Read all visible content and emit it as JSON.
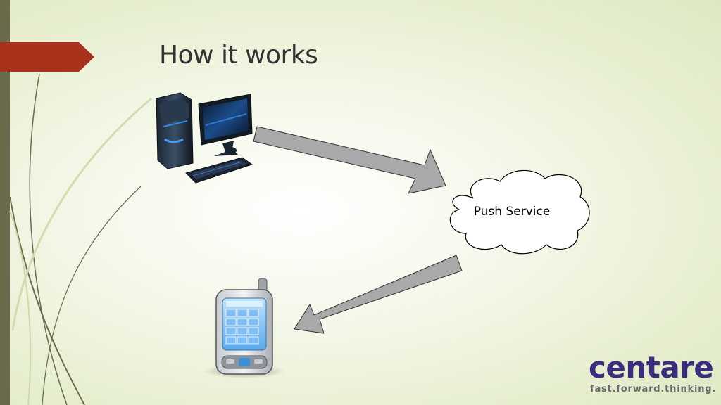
{
  "slide": {
    "title": "How it works"
  },
  "diagram": {
    "nodes": [
      {
        "id": "computer",
        "label": "",
        "icon": "desktop-computer-icon"
      },
      {
        "id": "push_service",
        "label": "Push Service",
        "shape": "cloud"
      },
      {
        "id": "phone",
        "label": "",
        "icon": "mobile-phone-icon"
      }
    ],
    "edges": [
      {
        "from": "computer",
        "to": "push_service"
      },
      {
        "from": "push_service",
        "to": "phone"
      }
    ]
  },
  "logo": {
    "name": "centare",
    "tagline": "fast.forward.thinking.",
    "tm": "™"
  },
  "colors": {
    "accent_tab": "#a8321b",
    "left_bar": "#6b6a4a",
    "logo_purple": "#3b2d7e",
    "arrow_fill": "#a9a9a9"
  }
}
